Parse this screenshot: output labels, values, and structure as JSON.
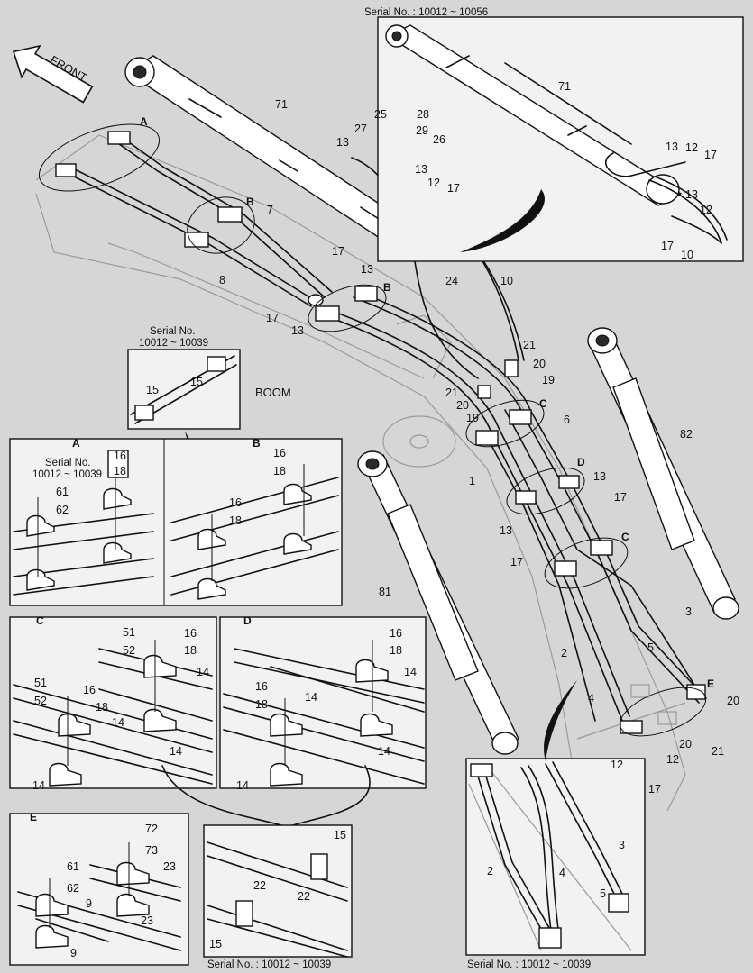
{
  "front_label": "FRONT",
  "boom_label": "BOOM",
  "serial_top": "Serial No. : 10012 ~ 10056",
  "serial_main_line1": "Serial No.",
  "serial_main_line2": "10012 ~ 10039",
  "serial_A_line1": "Serial No.",
  "serial_A_line2": "10012 ~ 10039",
  "serial_bottom_mid": "Serial No. : 10012 ~ 10039",
  "serial_bottom_right": "Serial No. : 10012 ~ 10039",
  "detail_titles": {
    "A": "A",
    "B": "B",
    "C": "C",
    "D": "D",
    "E": "E"
  },
  "callouts": {
    "n1": "1",
    "n2": "2",
    "n3": "3",
    "n4": "4",
    "n5": "5",
    "n6": "6",
    "n7": "7",
    "n8": "8",
    "n9": "9",
    "n10": "10",
    "n12": "12",
    "n13": "13",
    "n14": "14",
    "n15": "15",
    "n16": "16",
    "n17": "17",
    "n18": "18",
    "n19": "19",
    "n20": "20",
    "n21": "21",
    "n22": "22",
    "n23": "23",
    "n24": "24",
    "n25": "25",
    "n26": "26",
    "n27": "27",
    "n28": "28",
    "n29": "29",
    "n51": "51",
    "n52": "52",
    "n61": "61",
    "n62": "62",
    "n71": "71",
    "n72": "72",
    "n73": "73",
    "n81": "81",
    "n82": "82"
  }
}
